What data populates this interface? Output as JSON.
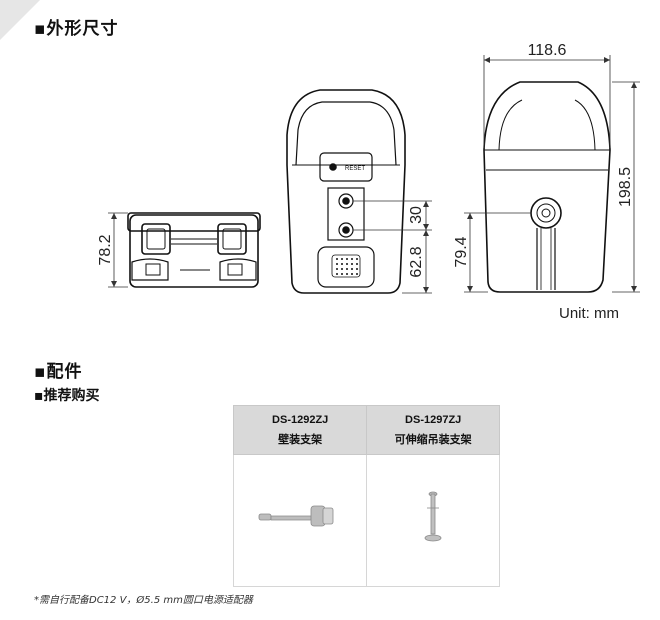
{
  "sections": {
    "dimensions_heading": "▪外形尺寸",
    "accessories_heading": "▪配件",
    "recommended_heading": "▪推荐购买"
  },
  "dimensions": {
    "width_top": "118.6",
    "height_side": "198.5",
    "height_front": "78.2",
    "spacing_30": "30",
    "height_62": "62.8",
    "height_79": "79.4",
    "unit": "Unit: mm"
  },
  "accessories": {
    "headers": [
      {
        "model": "DS-1292ZJ",
        "name": "壁装支架"
      },
      {
        "model": "DS-1297ZJ",
        "name": "可伸缩吊装支架"
      }
    ]
  },
  "footnote": "*需自行配备DC12 V，Ø5.5 mm圆口电源适配器"
}
